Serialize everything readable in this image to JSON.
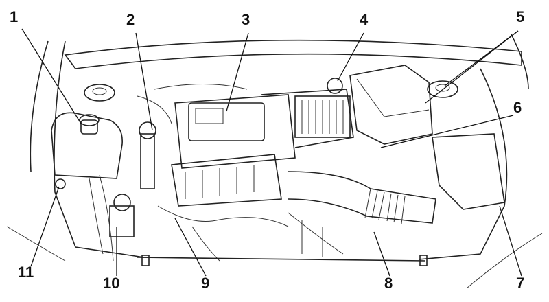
{
  "title": "Engine compartment component locations",
  "callouts": [
    {
      "number": "1"
    },
    {
      "number": "2"
    },
    {
      "number": "3"
    },
    {
      "number": "4"
    },
    {
      "number": "5"
    },
    {
      "number": "6"
    },
    {
      "number": "7"
    },
    {
      "number": "8"
    },
    {
      "number": "9"
    },
    {
      "number": "10"
    },
    {
      "number": "11"
    }
  ],
  "colors": {
    "line": "#222222",
    "background": "#ffffff"
  }
}
